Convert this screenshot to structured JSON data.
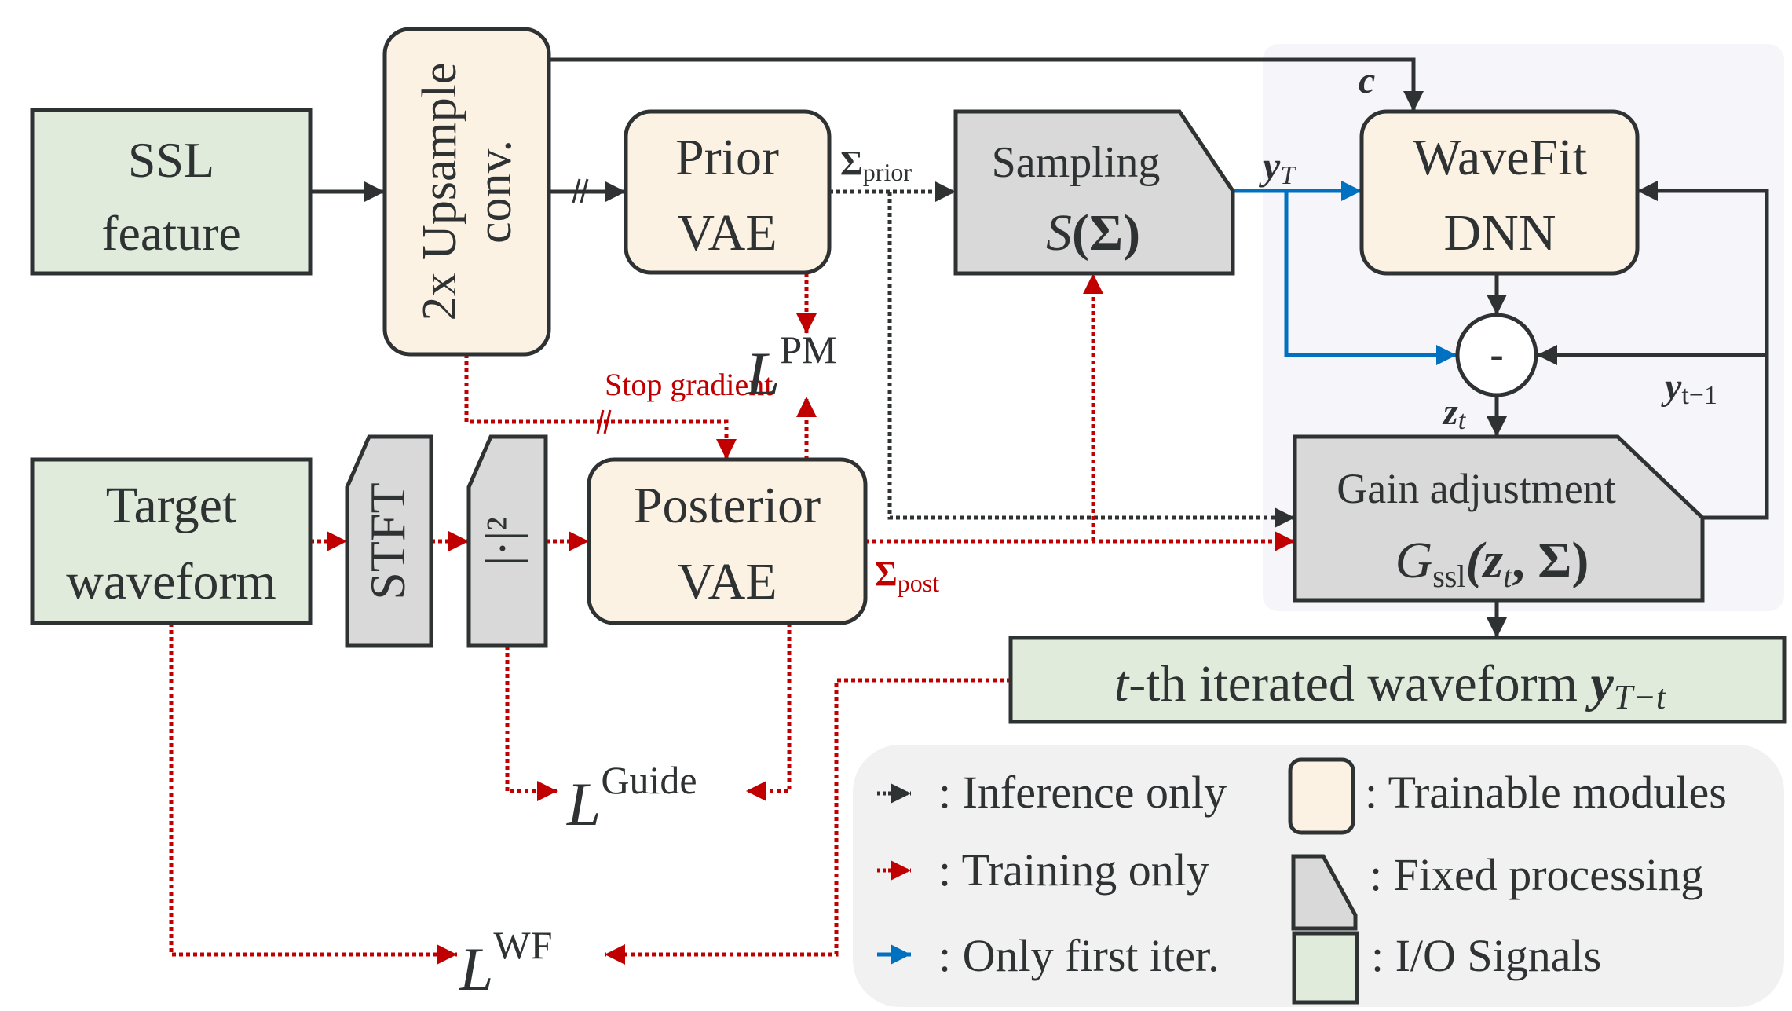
{
  "colors": {
    "trainable": "#fbf2e4",
    "fixed": "#d9d9d9",
    "io": "#e0ebdc",
    "panel": "#f5f5fa",
    "legend_bg": "#f1f1f1",
    "stroke": "#2f3233",
    "training": "#c00000",
    "first_iter": "#0070c0"
  },
  "blocks": {
    "ssl_feature": {
      "line1": "SSL",
      "line2": "feature"
    },
    "upsample": {
      "line1": "2x Upsample",
      "line2": "conv."
    },
    "prior_vae": {
      "line1": "Prior",
      "line2": "VAE"
    },
    "sampling": {
      "line1": "Sampling",
      "line2_fn": "S",
      "line2_arg": "(Σ)"
    },
    "wavefit": {
      "line1": "WaveFit",
      "line2": "DNN"
    },
    "minus": {
      "symbol": "-"
    },
    "gain": {
      "line1": "Gain adjustment",
      "line2_fn": "G",
      "line2_sub": "ssl",
      "line2_arg": "(z",
      "line2_arg_sub": "t",
      "line2_rest": ", Σ)"
    },
    "output": {
      "prefix": "t",
      "text": "-th iterated waveform ",
      "var": "y",
      "var_sub": "T−t"
    },
    "target": {
      "line1": "Target",
      "line2": "waveform"
    },
    "stft": {
      "label": "STFT"
    },
    "power": {
      "label": "|·|²"
    },
    "posterior_vae": {
      "line1": "Posterior",
      "line2": "VAE"
    }
  },
  "labels": {
    "sigma_prior": {
      "sym": "Σ",
      "sub": "prior"
    },
    "sigma_post": {
      "sym": "Σ",
      "sub": "post"
    },
    "c": "c",
    "y_T": {
      "sym": "y",
      "sub": "T"
    },
    "z_t": {
      "sym": "z",
      "sub": "t"
    },
    "y_t_minus_1": {
      "sym": "y",
      "sub": "t−1"
    },
    "stop_gradient": "Stop gradient",
    "loss_pm": {
      "sym": "L",
      "sup": "PM"
    },
    "loss_guide": {
      "sym": "L",
      "sup": "Guide"
    },
    "loss_wf": {
      "sym": "L",
      "sup": "WF"
    }
  },
  "legend": {
    "arrows": [
      {
        "type": "inference",
        "label": ": Inference only"
      },
      {
        "type": "training",
        "label": ": Training only"
      },
      {
        "type": "first_iter",
        "label": ": Only first iter."
      }
    ],
    "blocks": [
      {
        "type": "trainable",
        "label": ": Trainable modules"
      },
      {
        "type": "fixed",
        "label": ": Fixed processing"
      },
      {
        "type": "io",
        "label": ": I/O Signals"
      }
    ]
  }
}
